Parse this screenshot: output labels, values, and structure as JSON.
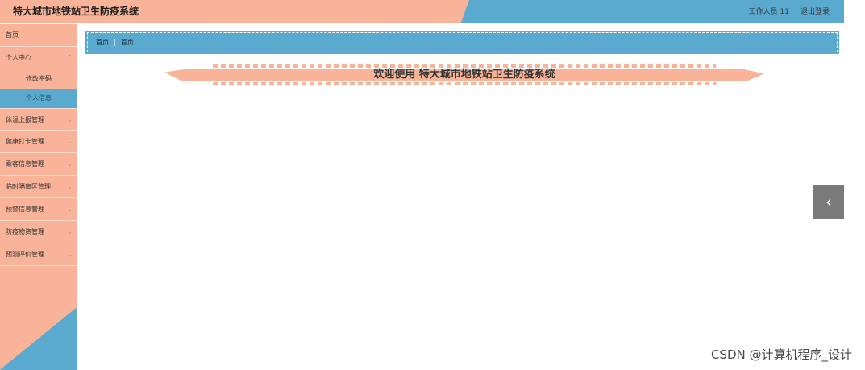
{
  "header": {
    "title": "特大城市地铁站卫生防疫系统",
    "user_label": "工作人员 11",
    "logout_label": "退出登录"
  },
  "sidebar": {
    "items": [
      {
        "label": "首页"
      },
      {
        "label": "个人中心",
        "sub": [
          "修改密码",
          "个人信息"
        ]
      },
      {
        "label": "体温上报管理"
      },
      {
        "label": "健康打卡管理"
      },
      {
        "label": "乘客信息管理"
      },
      {
        "label": "临时隔离区管理"
      },
      {
        "label": "预警信息管理"
      },
      {
        "label": "防疫物资管理"
      },
      {
        "label": "预测评价管理"
      }
    ]
  },
  "breadcrumb": {
    "home": "首页",
    "current": "首页"
  },
  "main": {
    "welcome": "欢迎使用 特大城市地铁站卫生防疫系统"
  },
  "watermark": "CSDN @计算机程序_设计",
  "colors": {
    "salmon": "#f8b398",
    "blue": "#5aa9cf",
    "button_gray": "#7a7a7a"
  },
  "icons": {
    "collapse": "chevron-left-icon",
    "menu_arrow": "chevron-down-icon",
    "cursor": "hand-pointer-icon"
  }
}
